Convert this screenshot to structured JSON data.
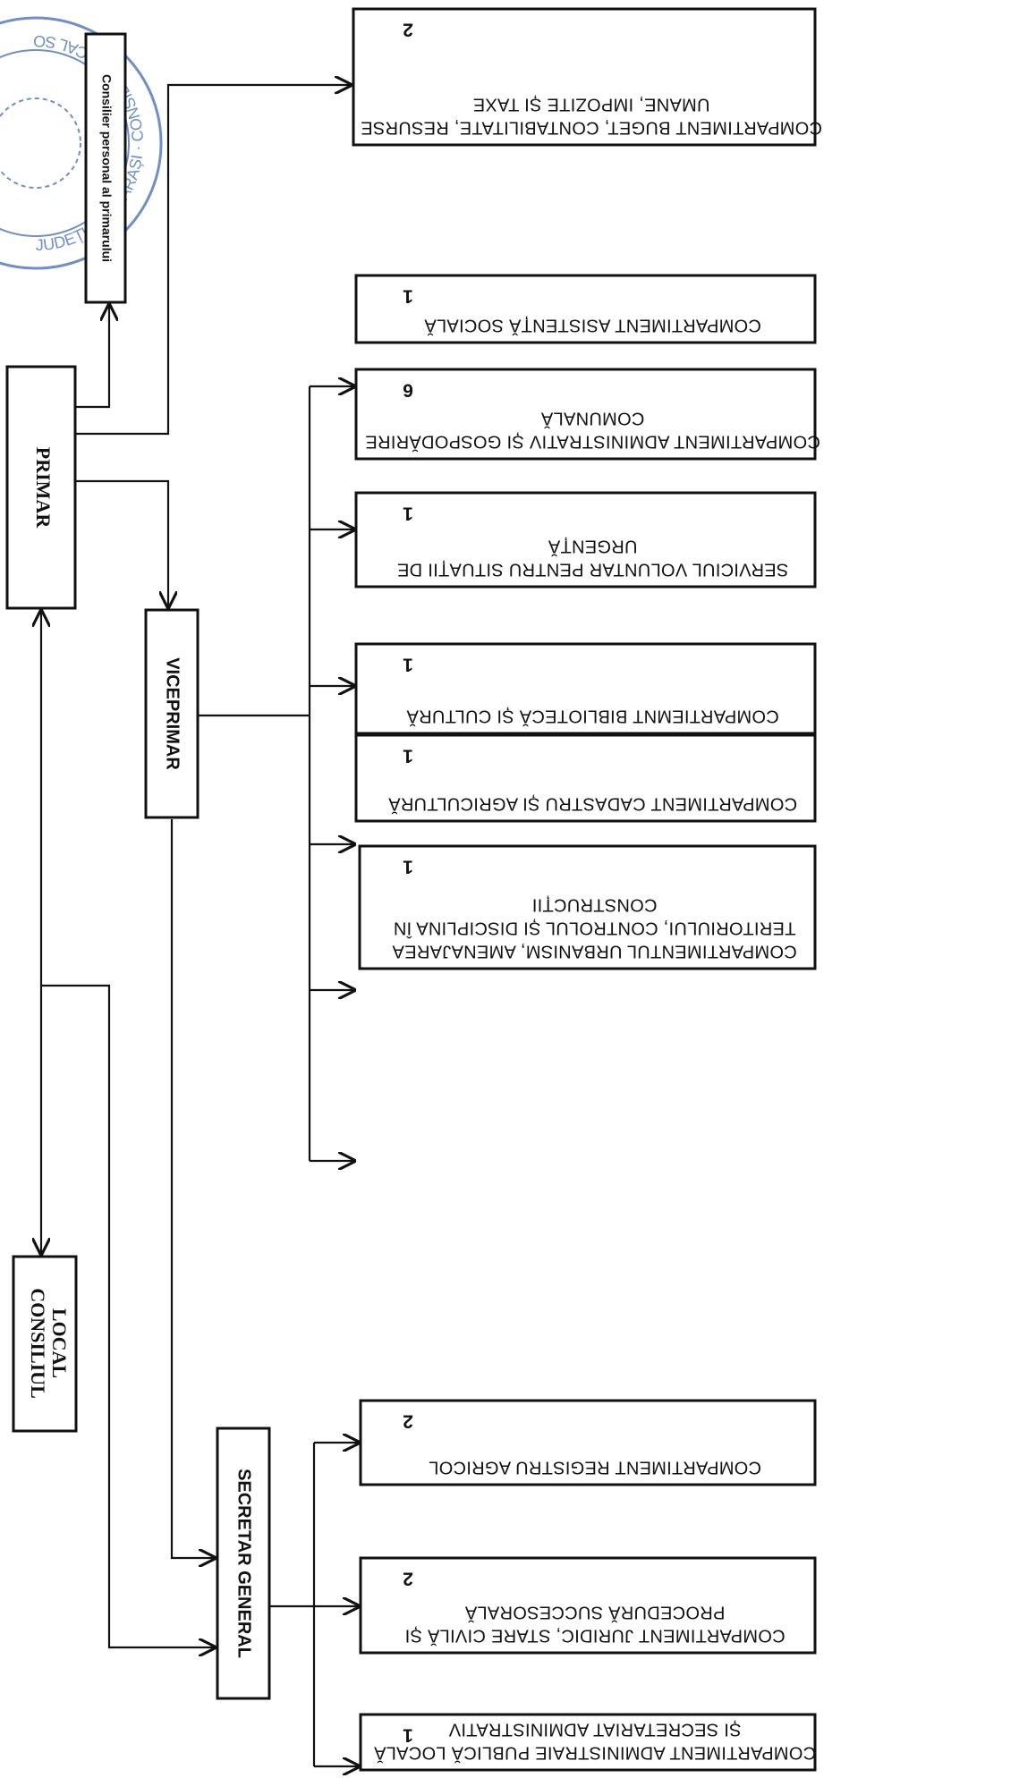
{
  "seal": {
    "text": "JUDEȚUL CĂLĂRAȘI · CONSILIUL LOCAL SOHATU",
    "color": "#6f8fc9"
  },
  "primar": "PRIMAR",
  "consilier": "Consilier personal al primarului",
  "viceprimar": "VICEPRIMAR",
  "consiliul_local": {
    "line1": "CONSILIUL",
    "line2": "LOCAL"
  },
  "secretar": "SECRETAR GENERAL",
  "buget": {
    "lines": [
      "COMPARTIMENT BUGET, CONTABILITATE, RESURSE",
      "UMANE, IMPOZITE ȘI TAXE"
    ],
    "count": "2"
  },
  "vice_depts": [
    {
      "lines": [
        "COMPARTIMENT ASISTENȚĂ SOCIALĂ"
      ],
      "count": "1"
    },
    {
      "lines": [
        "COMPARTIMENT ADMINISTRATIV ȘI GOSPODĂRIRE",
        "COMUNALĂ"
      ],
      "count": "6"
    },
    {
      "lines": [
        "SERVICIUL VOLUNTAR PENTRU SITUAȚII DE",
        "URGENȚĂ"
      ],
      "count": "1"
    },
    {
      "lines": [
        "COMPARTIEMNT BIBLIOTECĂ ȘI CULTURĂ"
      ],
      "count": "1"
    },
    {
      "lines": [
        "COMPARTIMENT CADASTRU ȘI AGRICULTURĂ"
      ],
      "count": "1"
    },
    {
      "lines": [
        "COMPARTIMENTUL URBANISM, AMENAJAREA",
        "TERITORIULUI, CONTROLUL ȘI DISCIPLINA ÎN",
        "CONSTRUCȚII"
      ],
      "count": "1"
    }
  ],
  "sec_depts": [
    {
      "lines": [
        "COMPARTIMENT REGISTRU AGRICOL"
      ],
      "count": "2"
    },
    {
      "lines": [
        "COMPARTIMENT JURIDIC, STARE CIVILĂ  ȘI",
        "PROCEDURĂ SUCCESORALĂ"
      ],
      "count": "2"
    },
    {
      "lines": [
        "COMPARTIMENT ADMINISTRAIE PUBLICĂ LOCALĂ",
        "ȘI SECRETARIAT ADMINISTRATIV"
      ],
      "count": "1"
    }
  ]
}
